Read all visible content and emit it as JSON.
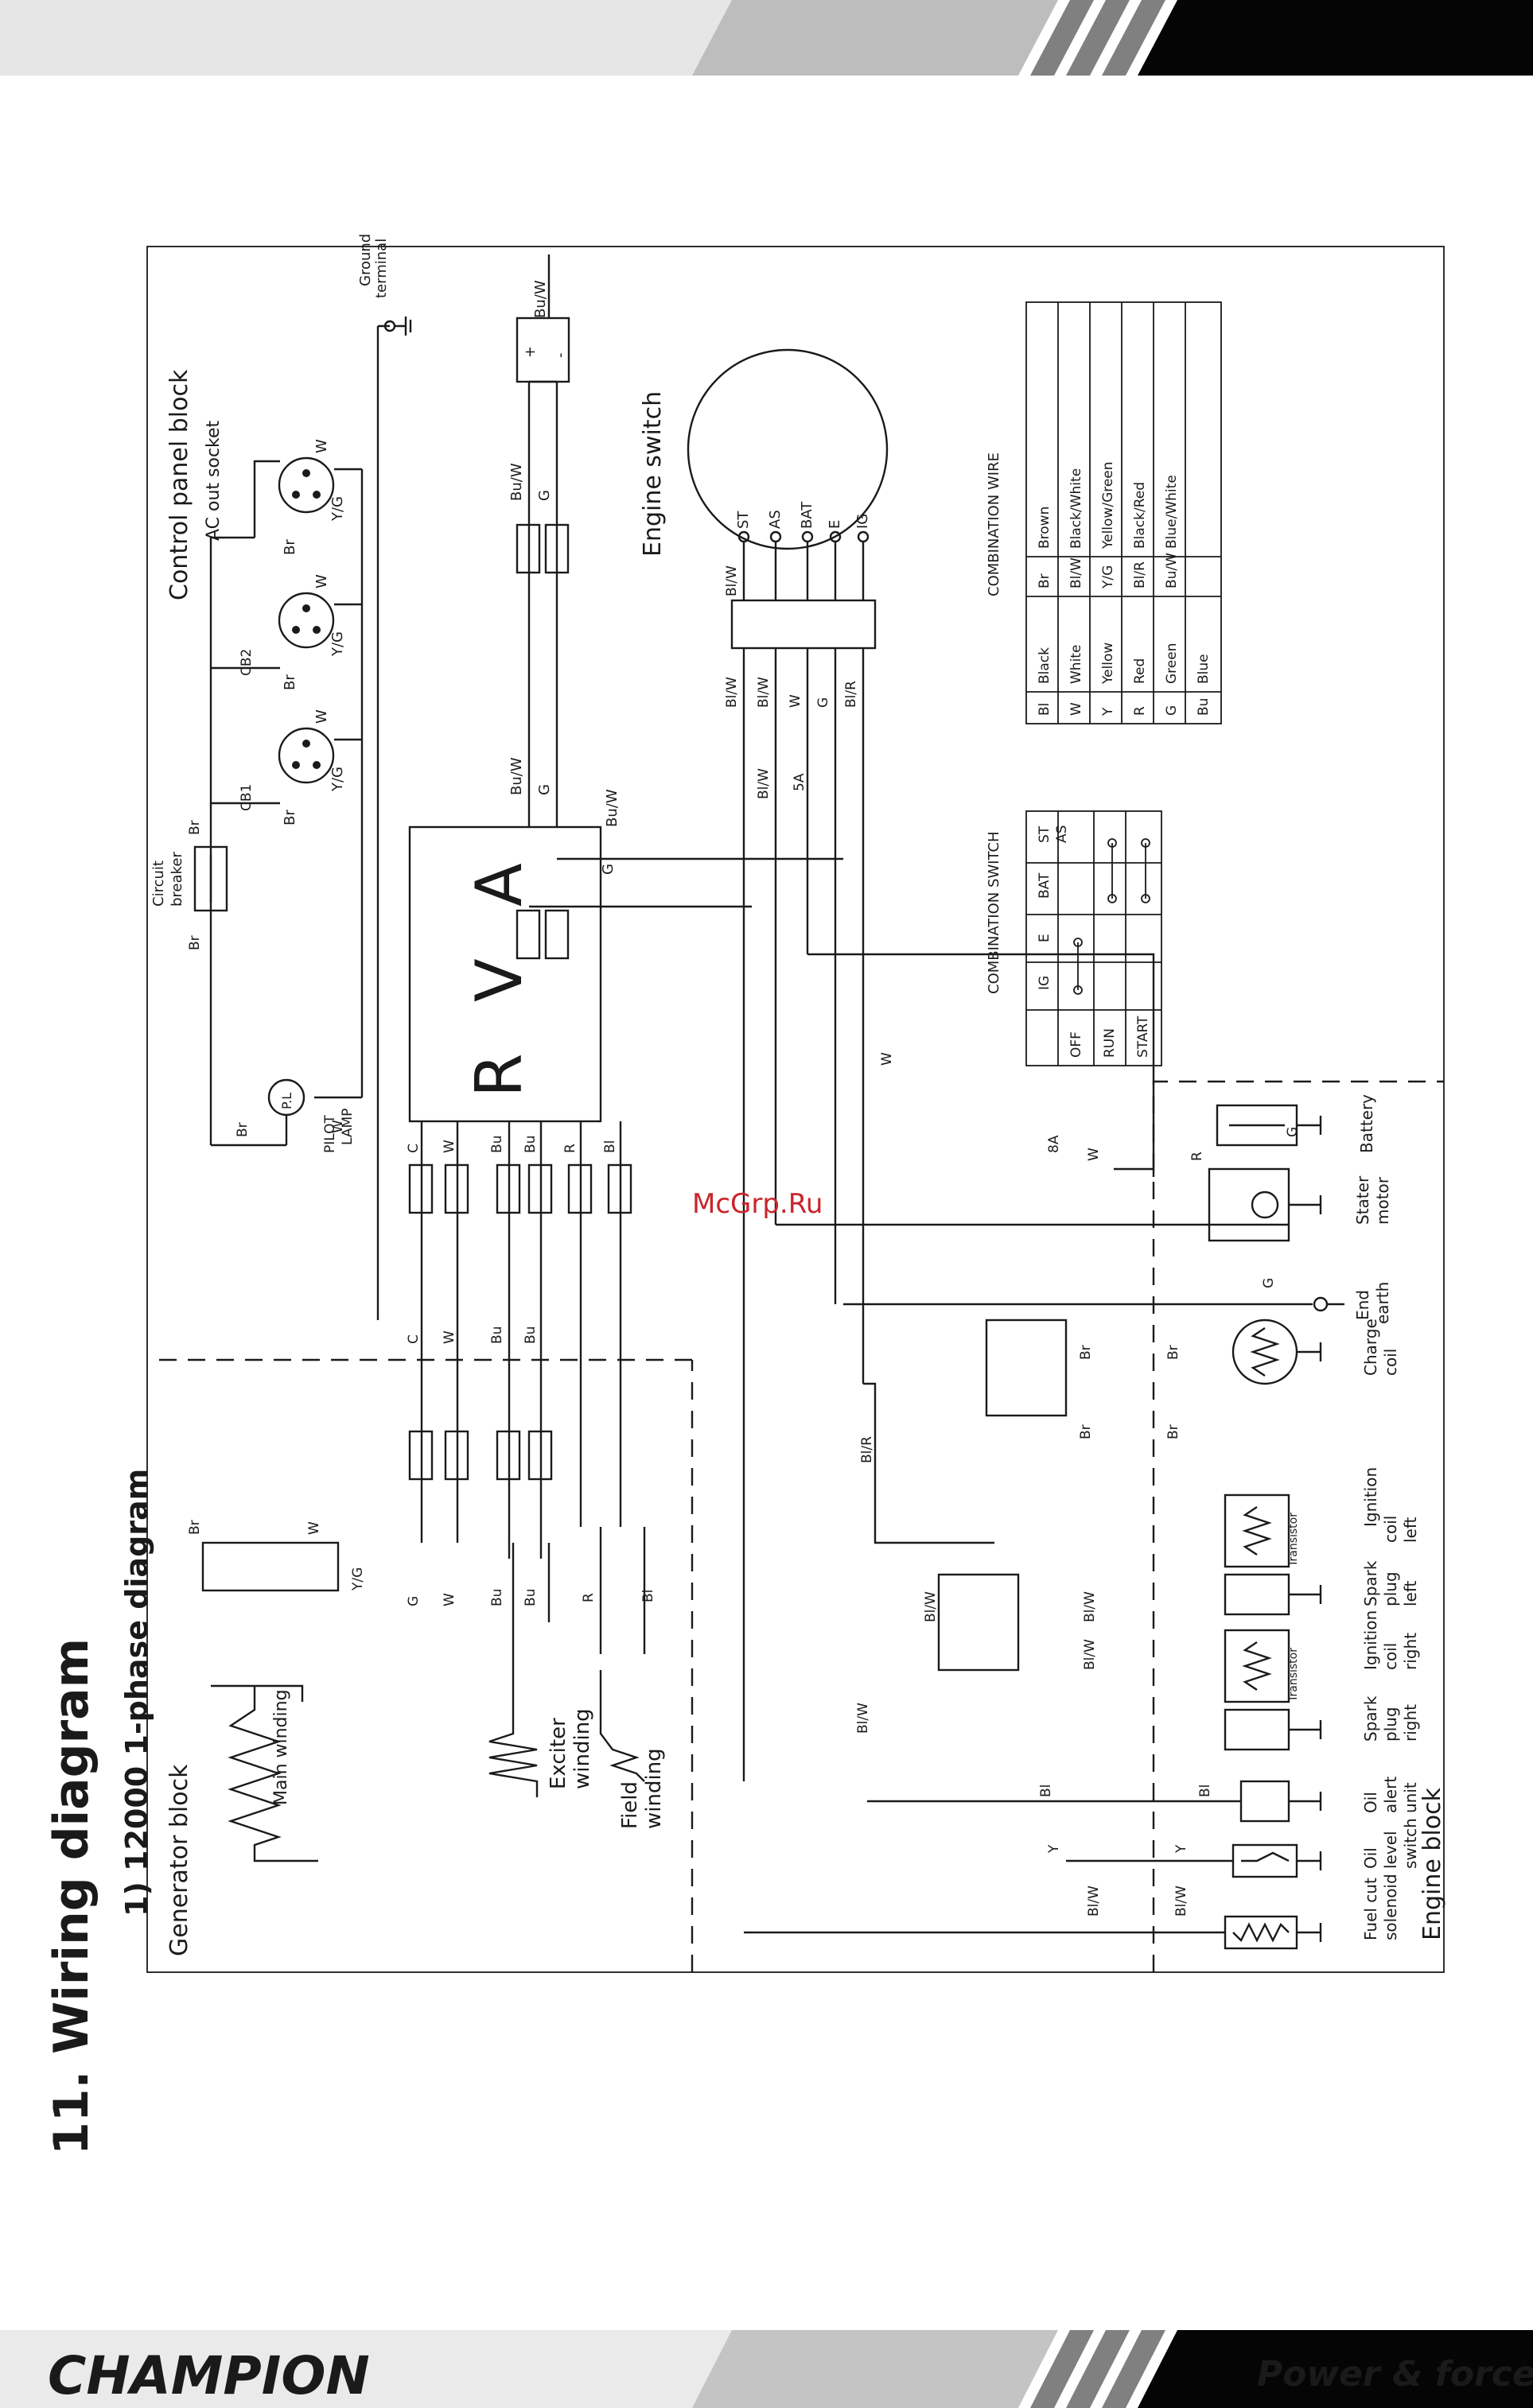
{
  "brand": {
    "logo_text": "CHAMPION",
    "tagline": "Power & force"
  },
  "page": {
    "watermark": "McGrp.Ru"
  },
  "heading": {
    "title": "11. Wiring diagram",
    "subtitle": "1) 12000 1-phase diagram"
  },
  "blocks": {
    "control_panel": "Control panel block",
    "generator": "Generator block",
    "engine": "Engine block"
  },
  "labels": {
    "ac_out_socket": "AC out socket",
    "ground_terminal_1": "Ground",
    "ground_terminal_2": "terminal",
    "engine_switch": "Engine switch",
    "circuit_breaker_1": "Circuit",
    "circuit_breaker_2": "breaker",
    "pilot_lamp_1": "PILOT",
    "pilot_lamp_2": "LAMP",
    "pilot_lamp_symbol": "P.L",
    "cb1": "CB1",
    "cb2": "CB2",
    "avr_a": "A",
    "avr_v": "V",
    "avr_r": "R",
    "main_winding": "Main winding",
    "exciter_1": "Exciter",
    "exciter_2": "winding",
    "field_1": "Field",
    "field_2": "winding",
    "fuse_8a": "8A",
    "fuse_5a": "5A",
    "battery": "Battery",
    "starter_1": "Stater",
    "starter_2": "motor",
    "end_earth_1": "End",
    "end_earth_2": "earth",
    "charge_1": "Charge",
    "charge_2": "coil",
    "spark_l_1": "Spark",
    "spark_l_2": "plug",
    "spark_l_3": "left",
    "ign_l_1": "Ignition",
    "ign_l_2": "coil",
    "ign_l_3": "left",
    "spark_r_1": "Spark",
    "spark_r_2": "plug",
    "spark_r_3": "right",
    "ign_r_1": "Ignition",
    "ign_r_2": "coil",
    "ign_r_3": "right",
    "oil_alert_1": "Oil",
    "oil_alert_2": "alert",
    "oil_alert_3": "unit",
    "oil_level_1": "Oil",
    "oil_level_2": "level",
    "oil_level_3": "switch",
    "fuel_cut_1": "Fuel cut",
    "fuel_cut_2": "solenoid",
    "transistor": "Transistor",
    "sw_st": "ST",
    "sw_as": "AS",
    "sw_bat": "BAT",
    "sw_e": "E",
    "sw_ig": "IG"
  },
  "wires": {
    "br": "Br",
    "w": "W",
    "yg": "Y/G",
    "g": "G",
    "c": "C",
    "bu": "Bu",
    "r": "R",
    "bl": "Bl",
    "buw": "Bu/W",
    "blw": "Bl/W",
    "blr": "Bl/R",
    "y": "Y"
  },
  "combination_switch": {
    "title": "COMBINATION SWITCH",
    "columns": [
      "IG",
      "E",
      "BAT",
      "ST",
      "AS"
    ],
    "rows": [
      "OFF",
      "RUN",
      "START"
    ]
  },
  "combination_wire": {
    "title": "COMBINATION WIRE",
    "rows": [
      [
        "Bl",
        "Black",
        "Br",
        "Brown"
      ],
      [
        "W",
        "White",
        "Bl/W",
        "Black/White"
      ],
      [
        "Y",
        "Yellow",
        "Y/G",
        "Yellow/Green"
      ],
      [
        "R",
        "Red",
        "Bl/R",
        "Black/Red"
      ],
      [
        "G",
        "Green",
        "Bu/W",
        "Blue/White"
      ],
      [
        "Bu",
        "Blue",
        "",
        ""
      ]
    ]
  }
}
